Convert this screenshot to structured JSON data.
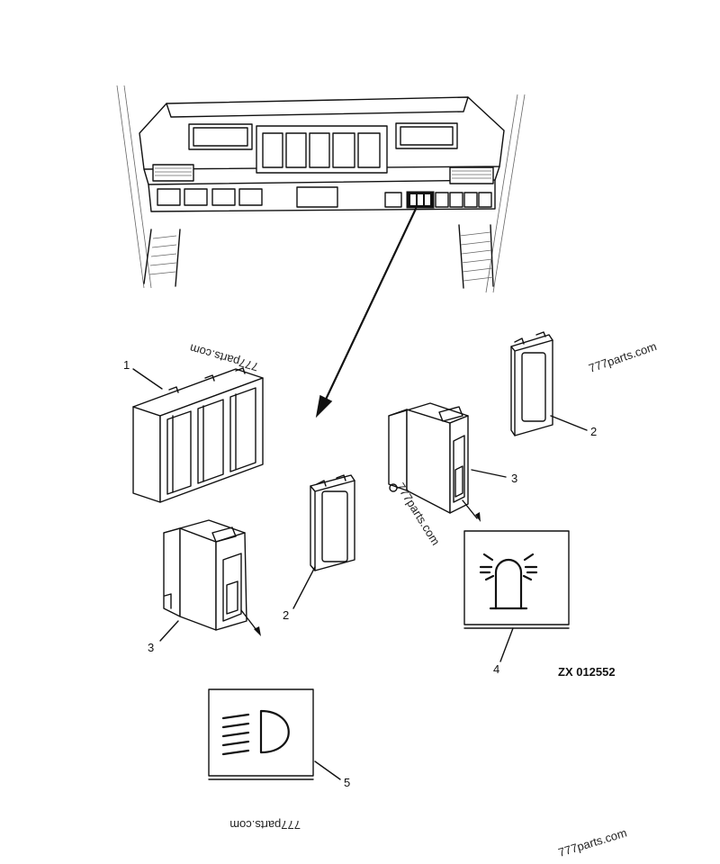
{
  "callouts": {
    "p1": "1",
    "p2a": "2",
    "p2b": "2",
    "p3a": "3",
    "p3b": "3",
    "p4": "4",
    "p5": "5"
  },
  "reference": "ZX 012552",
  "watermarks": {
    "top_left": "777parts.com",
    "top_right": "777parts.com",
    "middle": "777parts.com",
    "bottom_mirrored": "777parts.com",
    "bottom_right": "777parts.com"
  },
  "icons": {
    "beacon_decal": "rotating-beacon-icon",
    "headlight_decal": "headlight-icon"
  }
}
